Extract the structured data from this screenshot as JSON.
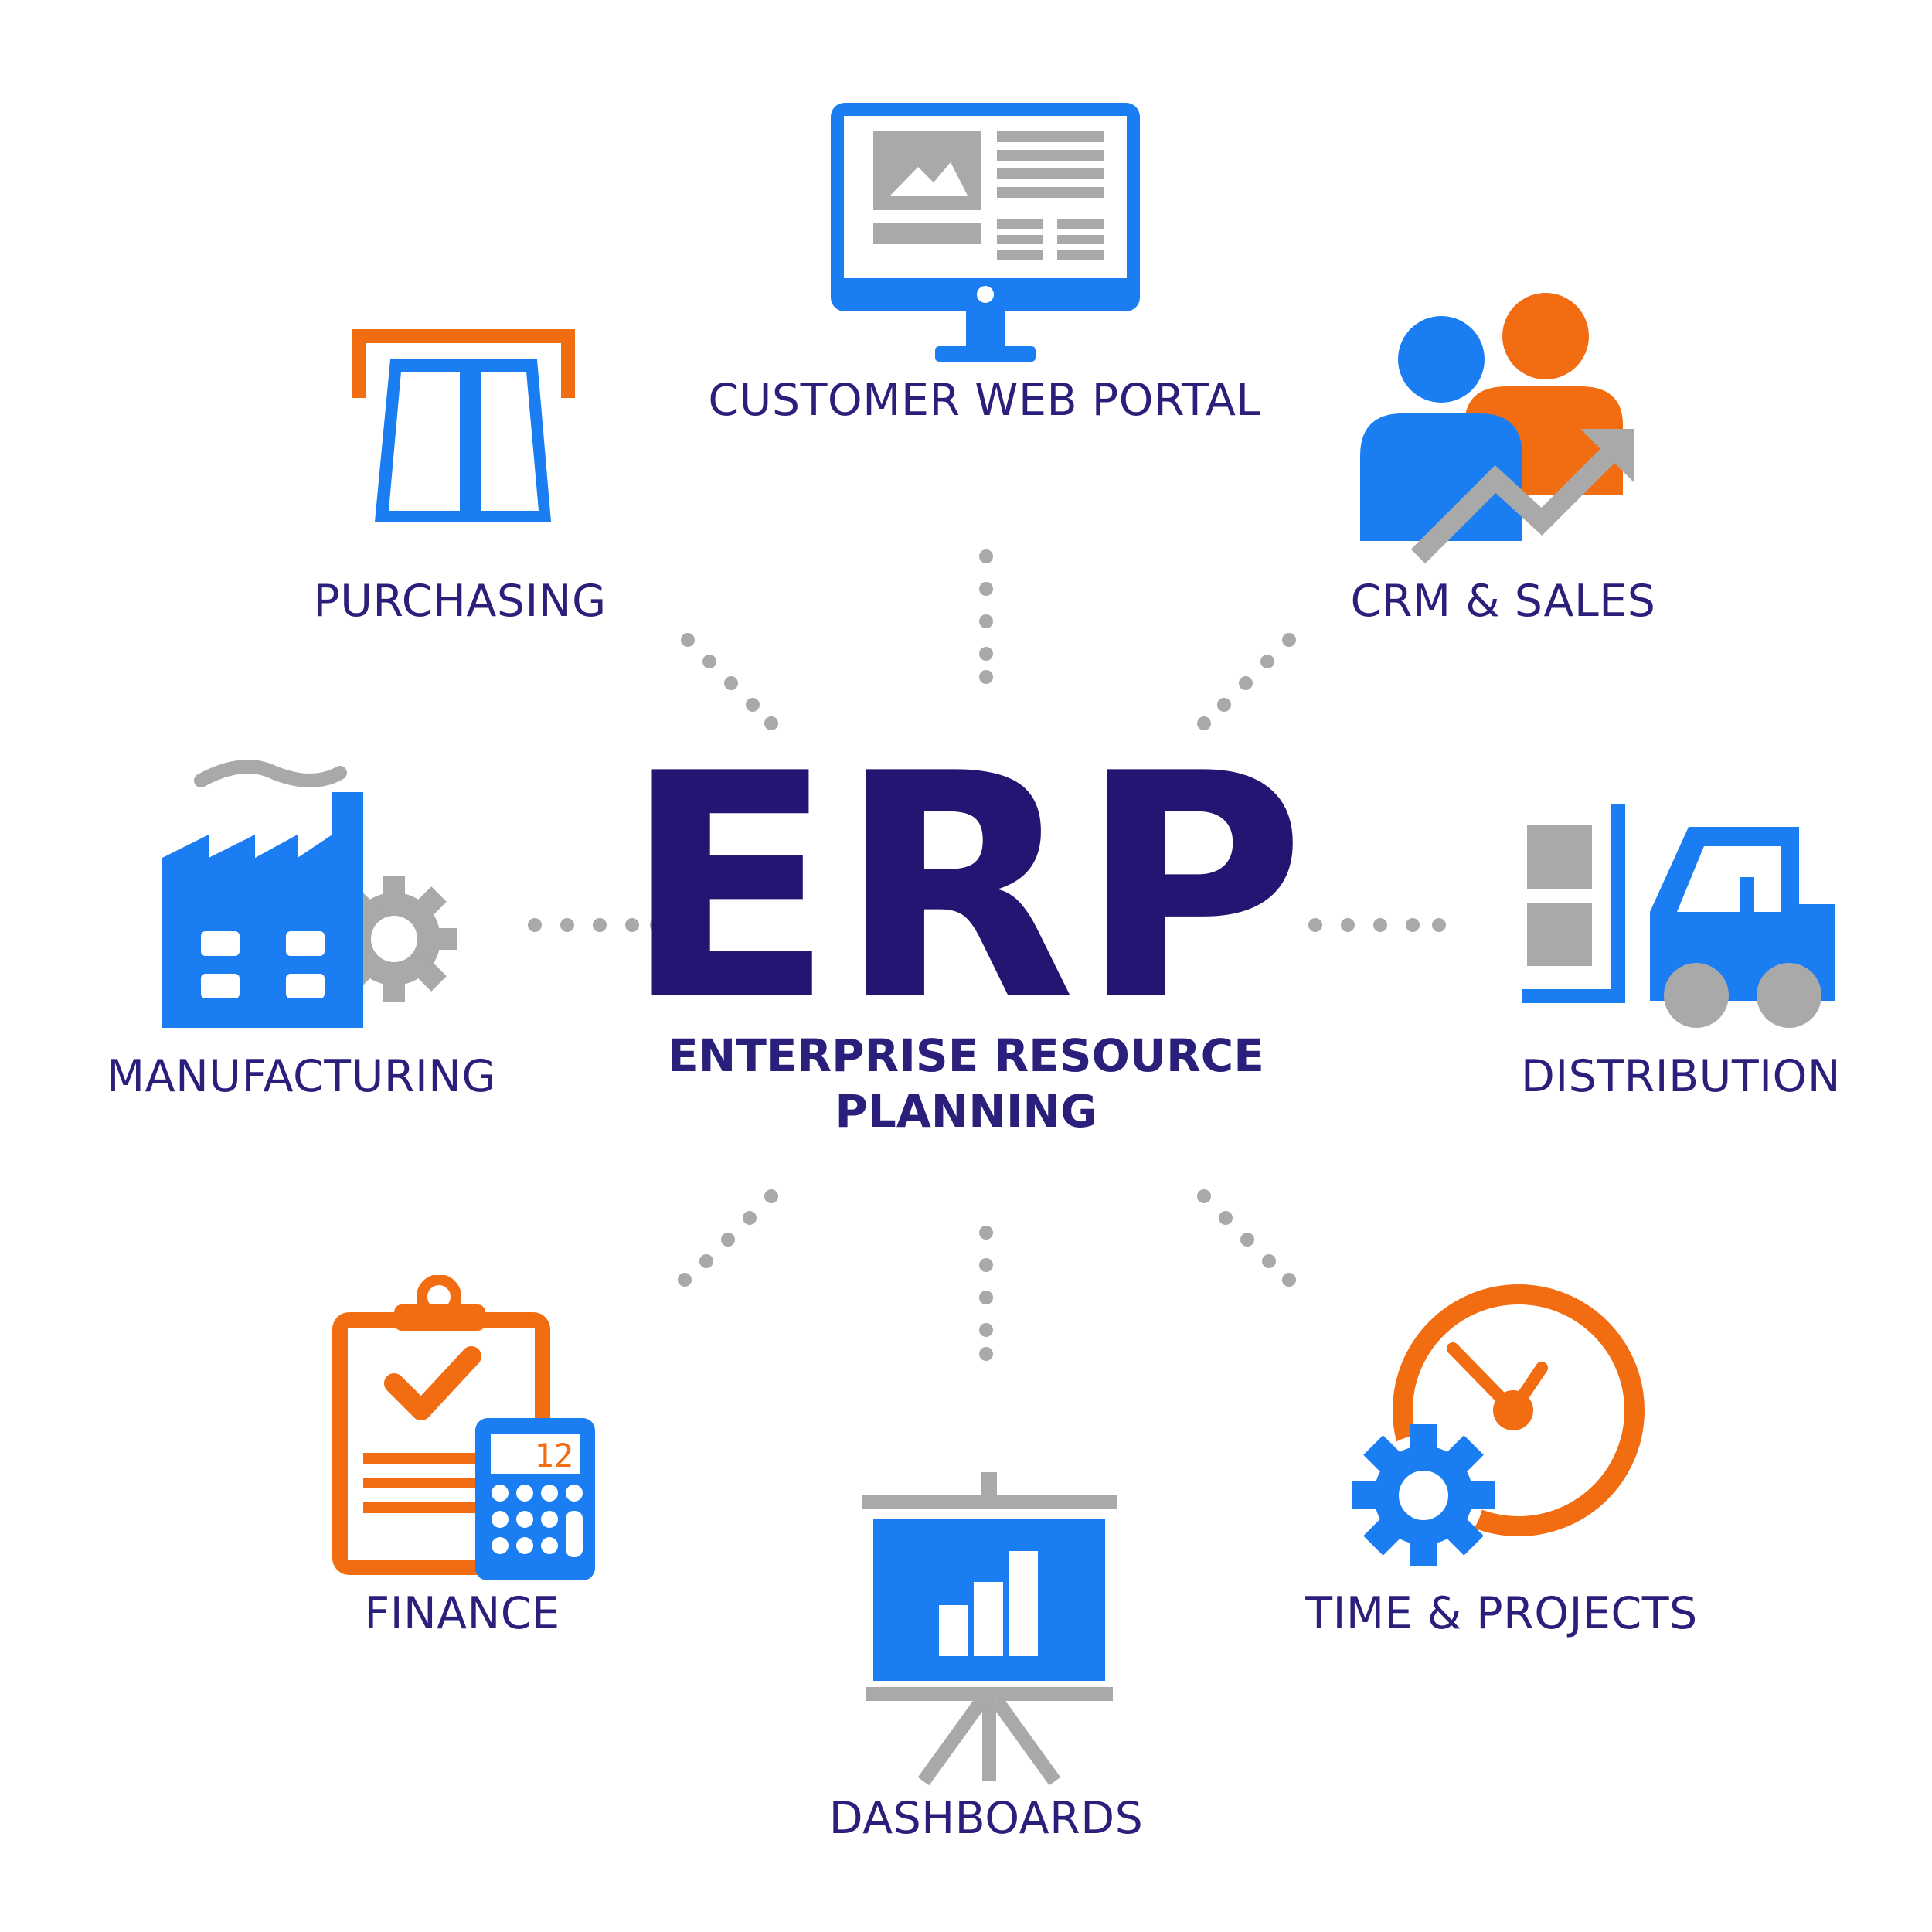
{
  "center": {
    "title": "ERP",
    "subtitle_line1": "ENTERPRISE RESOURCE",
    "subtitle_line2": "PLANNING"
  },
  "modules": {
    "customer_web_portal": "CUSTOMER WEB PORTAL",
    "purchasing": "PURCHASING",
    "crm_sales": "CRM & SALES",
    "manufacturing": "MANUFACTURING",
    "distribution": "DISTRIBUTION",
    "finance": "FINANCE",
    "dashboards": "DASHBOARDS",
    "time_projects": "TIME & PROJECTS"
  },
  "calculator_display": "12",
  "colors": {
    "blue": "#1a7ef2",
    "orange": "#f26c12",
    "gray": "#a9a9a9",
    "navy": "#231673",
    "label": "#2a1f7a"
  },
  "icons": {
    "customer_web_portal": "monitor-icon",
    "purchasing": "card-slot-icon",
    "crm_sales": "people-growth-icon",
    "manufacturing": "factory-icon",
    "distribution": "forklift-icon",
    "finance": "clipboard-calculator-icon",
    "dashboards": "presentation-board-icon",
    "time_projects": "clock-gear-icon"
  }
}
